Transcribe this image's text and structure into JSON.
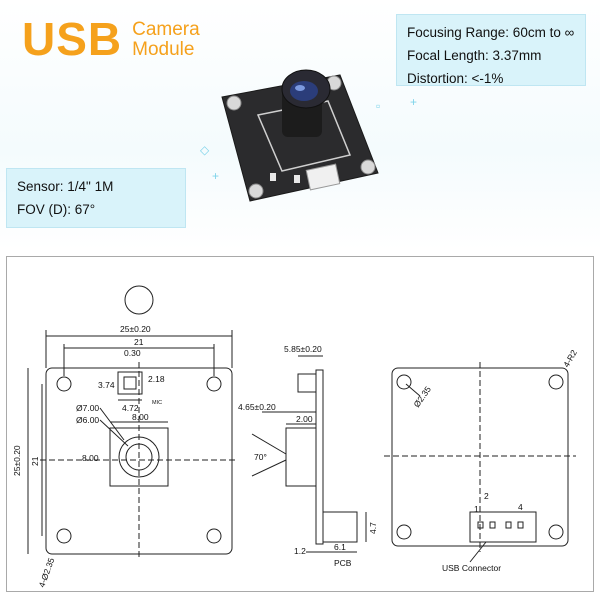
{
  "header": {
    "logo_main": "USB",
    "logo_sub_line1": "Camera",
    "logo_sub_line2": "Module"
  },
  "specs_right": [
    "Focusing Range: 60cm to ∞",
    "Focal Length: 3.37mm",
    "Distortion: <-1%"
  ],
  "specs_left": [
    "Sensor: 1/4\" 1M",
    "FOV (D): 67°"
  ],
  "drawing": {
    "front": {
      "width_total": "25±0.20",
      "hole_spacing_h": "21",
      "small_030": "0.30",
      "mic_h": "3.74",
      "mic_v": "2.18",
      "mic_label": "MIC",
      "dim_472": "4.72",
      "dia_700": "Ø7.00",
      "dia_600": "Ø6.00",
      "lens_h": "8.00",
      "lens_v": "8.00",
      "height_total": "25±0.20",
      "hole_spacing_v": "21",
      "holes": "4-Ø2.35"
    },
    "side": {
      "top_dim": "5.85±0.20",
      "lens_dim": "4.65±0.20",
      "dim_200": "2.00",
      "angle": "70°",
      "dim_12": "1.2",
      "dim_61": "6.1",
      "dim_47": "4.7",
      "pcb": "PCB"
    },
    "back": {
      "corner": "4-R2",
      "hole_dia": "Ø2.35",
      "pin1": "1",
      "pin2": "2",
      "pin4": "4",
      "connector": "USB Connector"
    }
  },
  "colors": {
    "logo": "#f5a11c",
    "callout_bg": "#d6f2fa",
    "line": "#222222",
    "dim_text": "#111111"
  }
}
